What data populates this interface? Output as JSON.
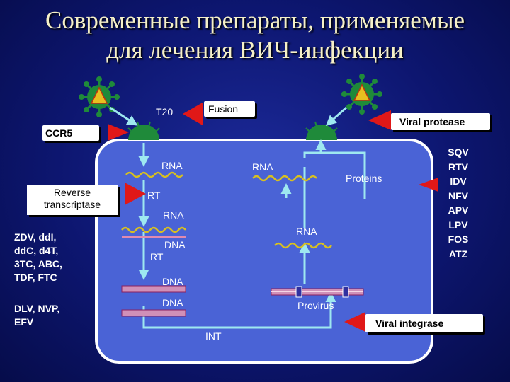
{
  "title": {
    "line1": "Современные препараты, применяемые",
    "line2": "для лечения ВИЧ-инфекции"
  },
  "labels": {
    "t20": "T20",
    "fusion": "Fusion",
    "ccr5": "CCR5",
    "viral_protease": "Viral protease",
    "rna_top_left": "RNA",
    "rna_top_mid": "RNA",
    "proteins": "Proteins",
    "reverse_transcriptase": "Reverse transcriptase",
    "rt_1": "RT",
    "rna_mid_left": "RNA",
    "rna_center": "RNA",
    "dna_1": "DNA",
    "rt_2": "RT",
    "dna_2": "DNA",
    "dna_3": "DNA",
    "provirus": "Provirus",
    "viral_integrase": "Viral integrase",
    "int": "INT"
  },
  "drugs": {
    "nrti_lines": [
      "ZDV, ddI,",
      "ddC, d4T,",
      "3TC, ABC,",
      "TDF, FTC"
    ],
    "nnrti_lines": [
      "DLV, NVP,",
      "EFV"
    ],
    "pi_lines": [
      "SQV",
      "RTV",
      "IDV",
      "NFV",
      "APV",
      "LPV",
      "FOS",
      "ATZ"
    ]
  },
  "colors": {
    "background": "#0d1670",
    "cell": "#4a63d6",
    "arrow": "#9ee8f0",
    "red_arrow": "#e01818",
    "rna_wave": "#d8c020",
    "virus_green": "#1f8a3a",
    "title": "#f5f0c8"
  }
}
